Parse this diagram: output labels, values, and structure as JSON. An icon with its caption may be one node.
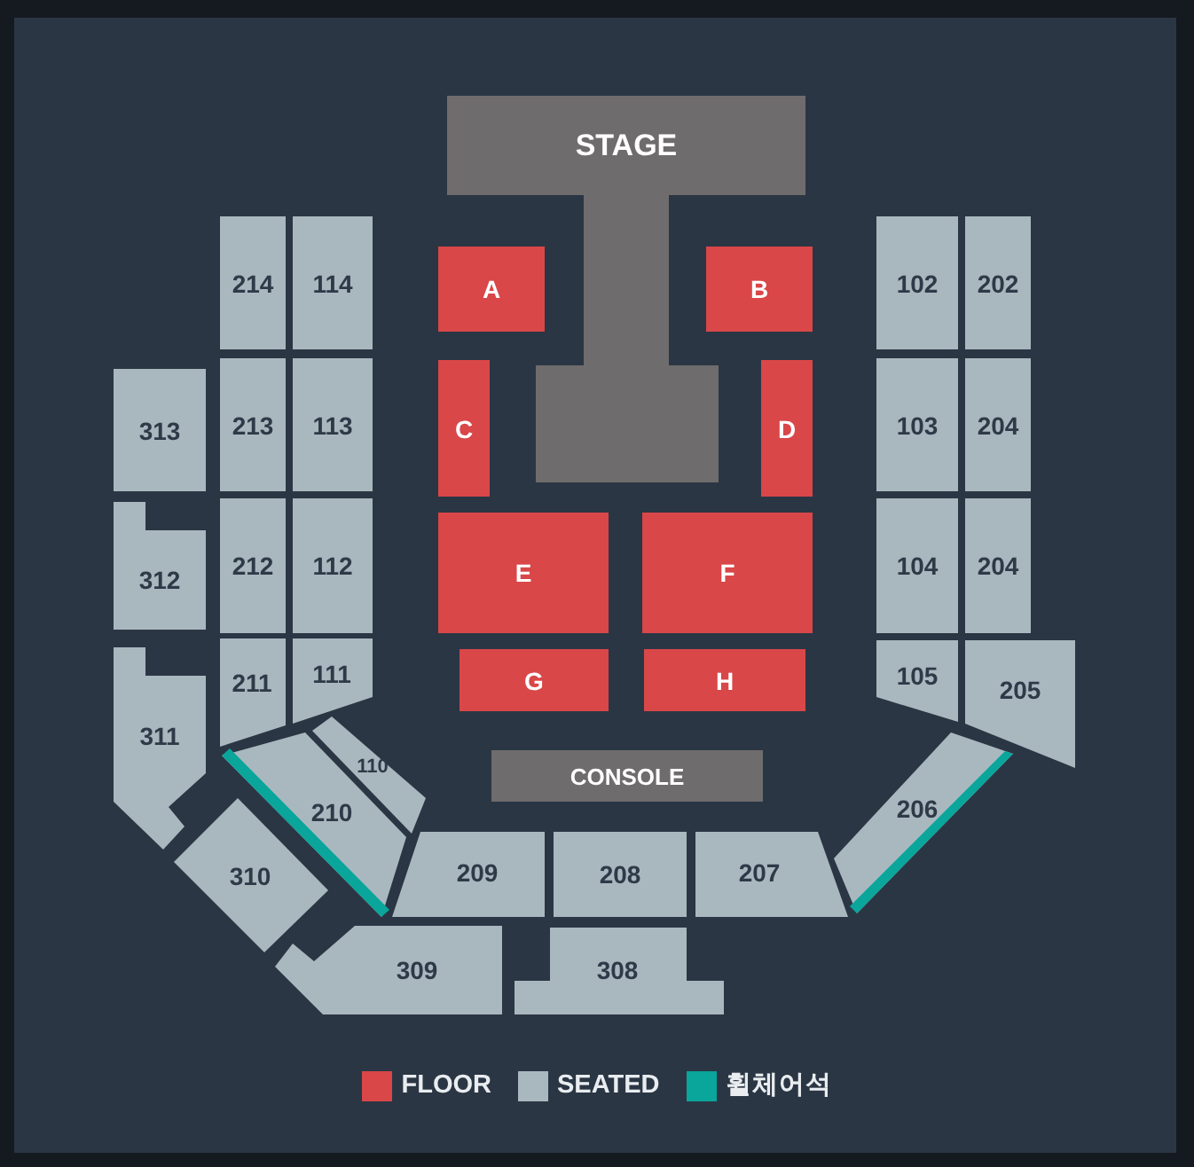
{
  "diagram": {
    "nodes": [
      {
        "text": [
          "STAGE"
        ]
      },
      {
        "text": [
          "214"
        ]
      },
      {
        "text": [
          "114"
        ]
      },
      {
        "text": [
          "A"
        ]
      },
      {
        "text": [
          "B"
        ]
      },
      {
        "text": [
          "102"
        ]
      },
      {
        "text": [
          "202"
        ]
      },
      {
        "text": [
          "313"
        ]
      },
      {
        "text": [
          "213"
        ]
      },
      {
        "text": [
          "113"
        ]
      },
      {
        "text": [
          "C"
        ]
      },
      {
        "text": [
          "D"
        ]
      },
      {
        "text": [
          "103"
        ]
      },
      {
        "text": [
          "204"
        ]
      },
      {
        "text": [
          "312"
        ]
      },
      {
        "text": [
          "212"
        ]
      },
      {
        "text": [
          "112"
        ]
      },
      {
        "text": [
          "E"
        ]
      },
      {
        "text": [
          "F"
        ]
      },
      {
        "text": [
          "104"
        ]
      },
      {
        "text": [
          "204"
        ]
      },
      {
        "text": [
          "311"
        ]
      },
      {
        "text": [
          "211"
        ]
      },
      {
        "text": [
          "111"
        ]
      },
      {
        "text": [
          "G"
        ]
      },
      {
        "text": [
          "H"
        ]
      },
      {
        "text": [
          "105"
        ]
      },
      {
        "text": [
          "205"
        ]
      },
      {
        "text": [
          "110"
        ]
      },
      {
        "text": [
          "210"
        ]
      },
      {
        "text": [
          "CONSOLE"
        ]
      },
      {
        "text": [
          "206"
        ]
      },
      {
        "text": [
          "310"
        ]
      },
      {
        "text": [
          "209"
        ]
      },
      {
        "text": [
          "208"
        ]
      },
      {
        "text": [
          "207"
        ]
      },
      {
        "text": [
          "309"
        ]
      },
      {
        "text": [
          "308"
        ]
      }
    ],
    "legend": [
      {
        "text": "FLOOR",
        "color": "#d94749"
      },
      {
        "text": "SEATED",
        "color": "#a9b8bf"
      },
      {
        "text": "휠체어석",
        "color": "#0aa59b"
      }
    ]
  }
}
